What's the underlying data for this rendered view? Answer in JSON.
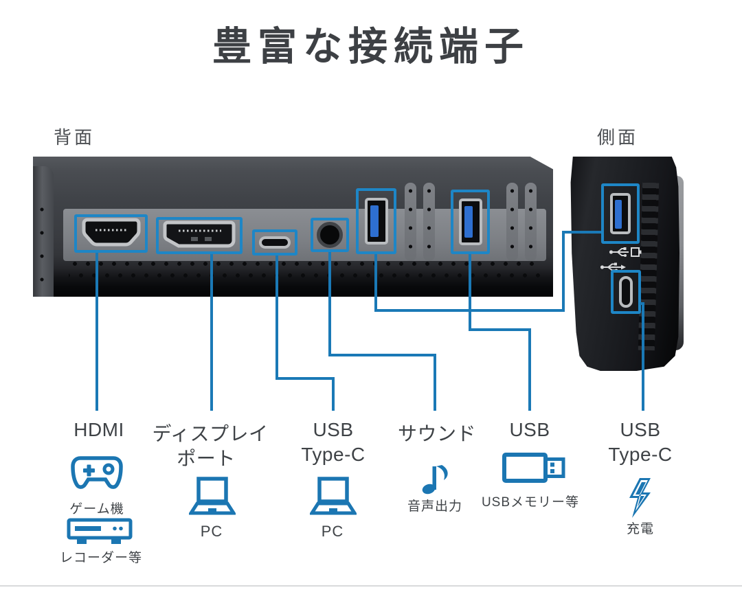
{
  "title": "豊富な接続端子",
  "panels": {
    "back": {
      "label": "背面"
    },
    "side": {
      "label": "側面"
    }
  },
  "colors": {
    "accent_blue": "#1a79b6",
    "port_box_blue": "#1e86c6",
    "icon_blue": "#1b76b2",
    "usb_tongue_blue": "#2e6fd0",
    "heading_text": "#3d4044",
    "label_text": "#3f4347",
    "divider": "#d9dadb"
  },
  "callouts": [
    {
      "port": "hdmi",
      "label": "HDMI",
      "items": [
        {
          "icon": "gamepad-icon",
          "caption": "ゲーム機"
        },
        {
          "icon": "recorder-icon",
          "caption": "レコーダー等"
        }
      ]
    },
    {
      "port": "displayport",
      "label": "ディスプレイ",
      "label_line2": "ポート",
      "items": [
        {
          "icon": "laptop-icon",
          "caption": "PC"
        }
      ]
    },
    {
      "port": "usb-type-c-back",
      "label": "USB",
      "label_line2": "Type-C",
      "items": [
        {
          "icon": "laptop-icon",
          "caption": "PC"
        }
      ]
    },
    {
      "port": "sound",
      "label": "サウンド",
      "items": [
        {
          "icon": "music-note-icon",
          "caption": "音声出力"
        }
      ]
    },
    {
      "port": "usb-a",
      "label": "USB",
      "items": [
        {
          "icon": "usb-memory-icon",
          "caption": "USBメモリー等"
        }
      ]
    },
    {
      "port": "usb-type-c-side",
      "label": "USB",
      "label_line2": "Type-C",
      "items": [
        {
          "icon": "lightning-icon",
          "caption": "充電"
        }
      ]
    }
  ]
}
